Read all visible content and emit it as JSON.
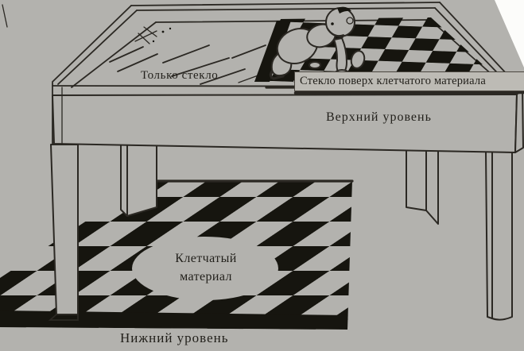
{
  "figure": {
    "labels": {
      "glass_only": "Только стекло",
      "glass_over_checkered": "Стекло поверх клетчатого материала",
      "upper_level": "Верхний уровень",
      "checkered_material": [
        "Клетчатый",
        "материал"
      ],
      "lower_level": "Нижний уровень"
    },
    "colors": {
      "paper": "#b3b2ae",
      "ink": "#2b2823",
      "dark": "#16150f",
      "white_corner": "#fcfcfa",
      "label_box_bg": "#bdbbb5",
      "text": "#211f1a"
    }
  }
}
